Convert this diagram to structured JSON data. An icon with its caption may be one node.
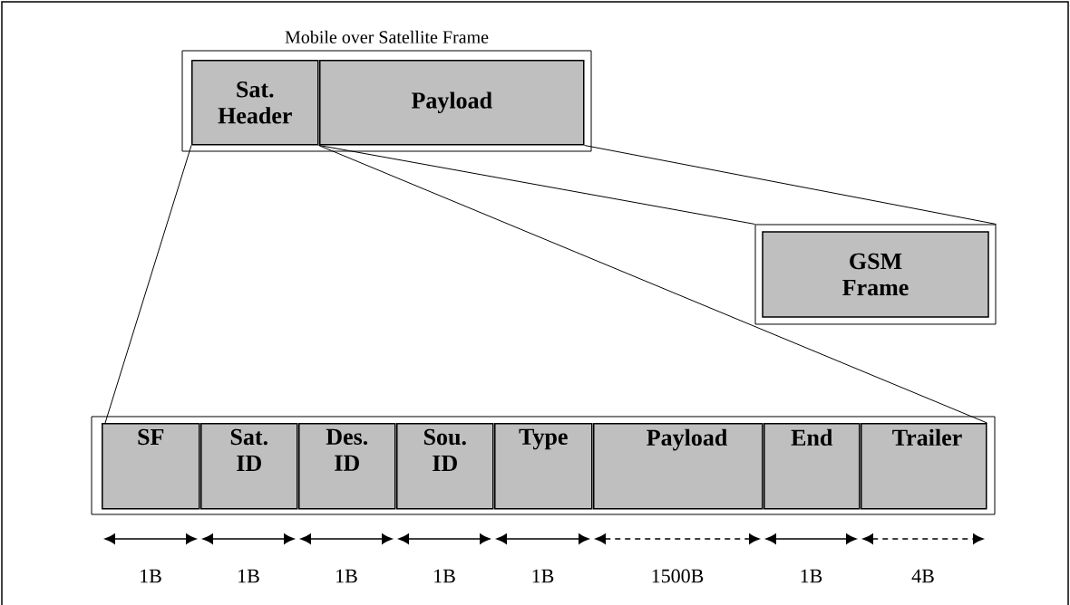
{
  "diagram": {
    "nodes": [
      {
        "text": [
          "Mobile over Satellite Frame"
        ]
      },
      {
        "text": [
          "Sat. Header"
        ],
        "in": 0
      },
      {
        "text": [
          "Payload"
        ],
        "in": 0
      },
      {
        "text": [
          "GSM Frame"
        ]
      },
      {
        "text": [],
        "shape": "box"
      },
      {
        "text": [
          "SF"
        ],
        "in": 4
      },
      {
        "text": [
          "Sat. ID"
        ],
        "in": 4
      },
      {
        "text": [
          "Des. ID"
        ],
        "in": 4
      },
      {
        "text": [
          "Sou. ID"
        ],
        "in": 4
      },
      {
        "text": [
          "Type"
        ],
        "in": 4
      },
      {
        "text": [
          "Payload"
        ],
        "in": 4
      },
      {
        "text": [
          "End"
        ],
        "in": 4
      },
      {
        "text": [
          "Trailer"
        ],
        "in": 4
      }
    ],
    "edges": [
      {
        "from": 1,
        "to": 4,
        "arrow": "none"
      },
      {
        "from": 1,
        "to": 4,
        "arrow": "none"
      },
      {
        "from": 2,
        "to": 3,
        "arrow": "none"
      },
      {
        "from": 2,
        "to": 3,
        "arrow": "none"
      }
    ],
    "labels": [
      "1B",
      "1B",
      "1B",
      "1B",
      "1B",
      "1500B",
      "1B",
      "4B"
    ]
  }
}
